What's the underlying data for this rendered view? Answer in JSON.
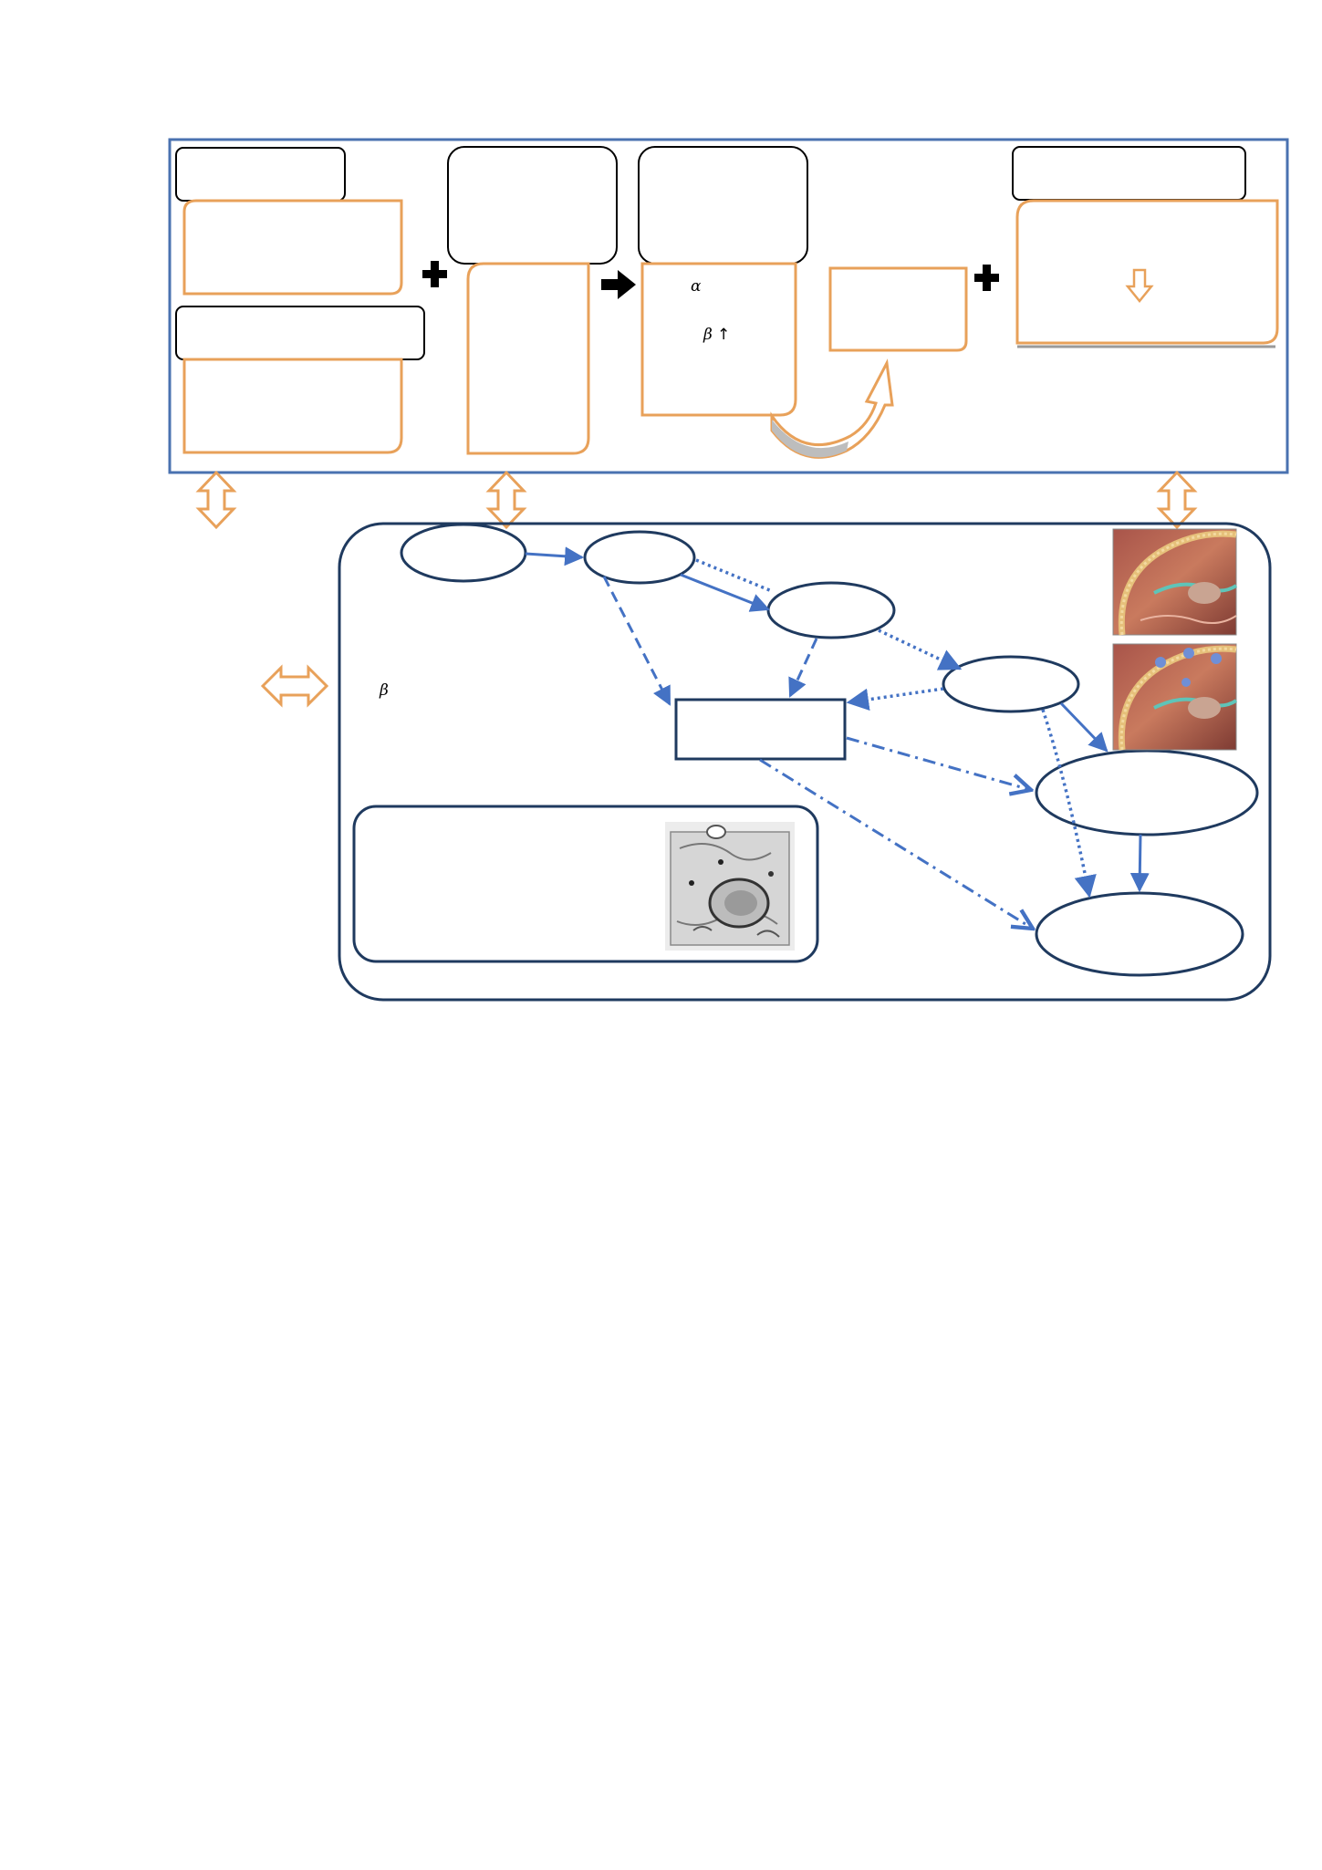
{
  "labels": {
    "alpha": "α",
    "beta_up": "β",
    "up_arrow": "↑",
    "beta_left": "β"
  },
  "colors": {
    "frame_blue": "#4a72b0",
    "orange": "#e8a15a",
    "node_navy": "#1f3a5f",
    "arrow_blue": "#4472c4",
    "black": "#000000"
  },
  "icons": {
    "plus": "plus-icon",
    "arrow_right": "arrow-right-icon",
    "double_arrow_vertical": "double-arrow-vertical-icon",
    "double_arrow_horizontal": "double-arrow-horizontal-icon",
    "down_arrow": "down-arrow-icon",
    "curved_arrow": "curved-arrow-icon"
  }
}
